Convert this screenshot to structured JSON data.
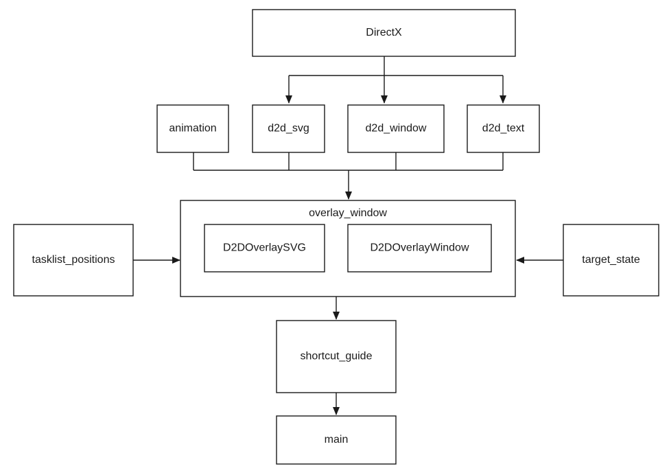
{
  "nodes": {
    "directx": "DirectX",
    "animation": "animation",
    "d2d_svg": "d2d_svg",
    "d2d_window": "d2d_window",
    "d2d_text": "d2d_text",
    "overlay_window": "overlay_window",
    "d2d_overlay_svg": "D2DOverlaySVG",
    "d2d_overlay_window": "D2DOverlayWindow",
    "tasklist_positions": "tasklist_positions",
    "target_state": "target_state",
    "shortcut_guide": "shortcut_guide",
    "main": "main"
  },
  "colors": {
    "stroke": "#1a1a1a",
    "fill": "#ffffff",
    "background": "#ffffff"
  }
}
